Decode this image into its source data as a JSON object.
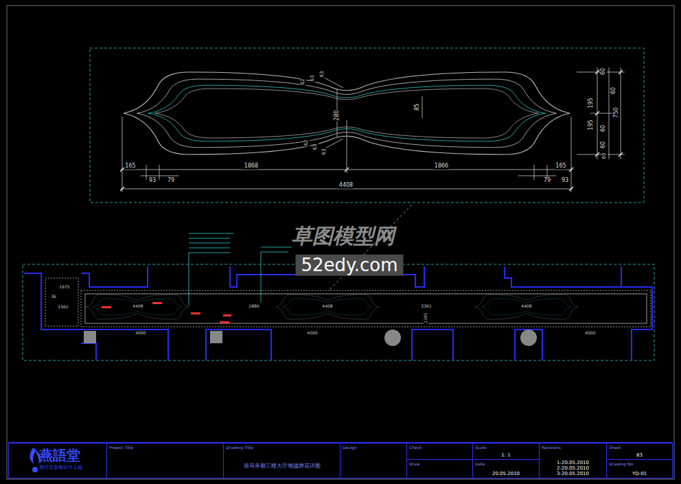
{
  "diagram": {
    "nodes": [
      {
        "text": [
          "燕語堂",
          "燕语堂装饰设计工程"
        ]
      },
      {
        "text": [
          "Project Title"
        ]
      },
      {
        "text": [
          "Drawing Title",
          "燕马帝都三楼大厅地毯拼花详图"
        ]
      },
      {
        "text": [
          "Design"
        ]
      },
      {
        "text": [
          "Check"
        ]
      },
      {
        "text": [
          "Draw"
        ]
      },
      {
        "text": [
          "Scale",
          "1: 1"
        ]
      },
      {
        "text": [
          "Date",
          "20.05.2010"
        ]
      },
      {
        "text": [
          "Revisions",
          "1-20.05.2010",
          "2-20.05.2010",
          "3-20.05.2010"
        ]
      },
      {
        "text": [
          "Sheet",
          "83"
        ]
      },
      {
        "text": [
          "Drawing No.",
          "YD-01"
        ]
      }
    ],
    "labels": [
      "62",
      "63",
      "63",
      "62",
      "63",
      "63",
      "280",
      "85",
      "60",
      "60",
      "195",
      "750",
      "195",
      "60",
      "60",
      "60",
      "165",
      "1868",
      "1866",
      "165",
      "93",
      "79",
      "79",
      "93",
      "4408",
      "草图模型网",
      "52edy.com",
      "1675",
      "36",
      "1562",
      "4408",
      "2880",
      "4408",
      "3361",
      "1345",
      "4408",
      "4000",
      "4000",
      "4000"
    ]
  }
}
